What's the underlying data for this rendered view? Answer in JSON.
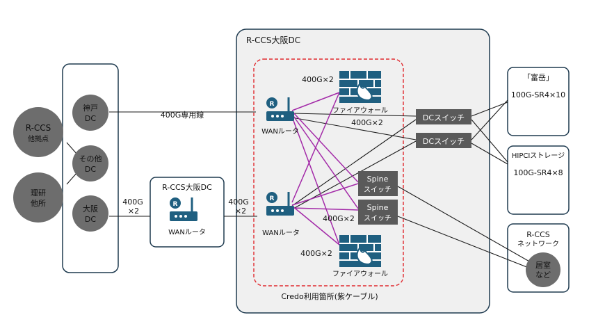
{
  "colors": {
    "container_border": "#1e3a4f",
    "red_dash": "#e0282d",
    "purple_cable": "#a32aa8",
    "black_line": "#1a1a1a",
    "site_circle": "#6d6d6d",
    "switch_box": "#5a5a5a",
    "router_icon": "#1f5f80",
    "firewall_icon": "#1f5f80"
  },
  "left": {
    "sites": [
      {
        "line1": "R-CCS",
        "line2": "他拠点"
      },
      {
        "line1": "理研",
        "line2": "他所"
      }
    ],
    "dcs": [
      {
        "line1": "神戸",
        "line2": "DC"
      },
      {
        "line1": "その他",
        "line2": "DC"
      },
      {
        "line1": "大阪",
        "line2": "DC"
      }
    ]
  },
  "labels": {
    "dedicated_line": "400G専用線",
    "link_left_1": "400G",
    "link_left_2": "×2",
    "link_mid_1": "400G",
    "link_mid_2": "×2",
    "dcswitch_link": "400G×2",
    "fw_top_link": "400G×2",
    "spine_link": "400G×2",
    "fw_bottom_link": "400G×2"
  },
  "small_dc": {
    "title": "R-CCS大阪DC",
    "router_label": "WANルータ"
  },
  "main_dc": {
    "title": "R-CCS大阪DC",
    "caption": "Credo利用箇所(紫ケーブル)",
    "router_top": "WANルータ",
    "router_bottom": "WANルータ",
    "firewall_top": "ファイアウォール",
    "firewall_bottom": "ファイアウォール",
    "dc_switch_1": "DCスイッチ",
    "dc_switch_2": "DCスイッチ",
    "spine_1": {
      "line1": "Spine",
      "line2": "スイッチ"
    },
    "spine_2": {
      "line1": "Spine",
      "line2": "スイッチ"
    }
  },
  "right": {
    "fugaku": {
      "title": "「富岳」",
      "spec": "100G-SR4×10"
    },
    "hpci": {
      "title": "HIPCIストレージ",
      "spec": "100G-SR4×8"
    },
    "network": {
      "title1": "R-CCS",
      "title2": "ネットワーク",
      "circle1": "居室",
      "circle2": "など"
    }
  },
  "router_badge": "R"
}
